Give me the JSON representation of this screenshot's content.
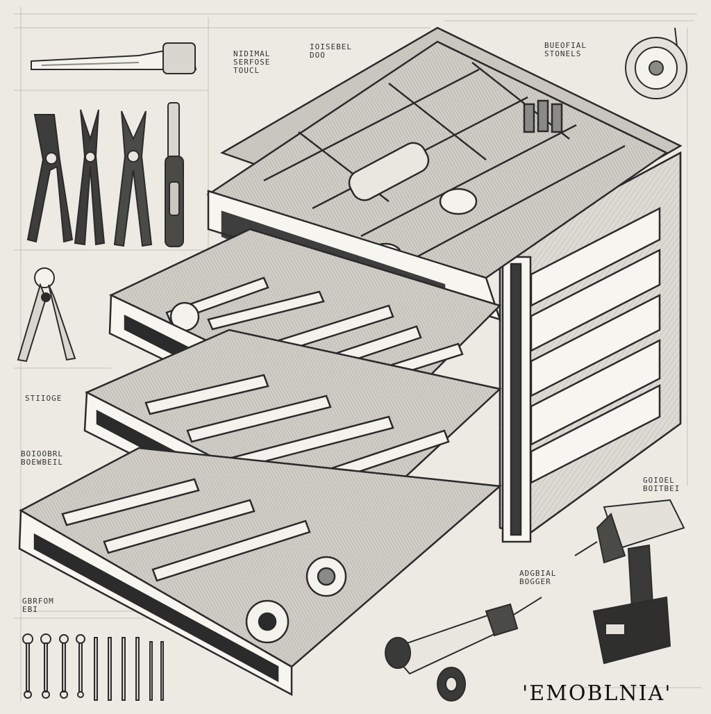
{
  "illustration": {
    "subject": "Technical sketch of a multi-drawer tool chest with open drawers full of hand tools",
    "accent_colors": {
      "paper": "#eceae3",
      "ink": "#2b2b2b",
      "shade": "#8a8a86",
      "light": "#f6f5f0"
    },
    "labels": {
      "top_center": "NIDIMAL\nSERFOSE\nTOUCL",
      "top_mid": "IOISEBEL\nDOO",
      "top_right": "BUEOFIAL\nSTONELS",
      "left_middle": "STIIOGE",
      "left_lower": "BOIOOBRL\nBOEWBEIL",
      "bottom_left": "GBRFOM\nEBI",
      "right_lower": "GOIOEL\nBOITBEI",
      "drill_label": "ADGBIAL\nBOGGER",
      "signature": "'EMOBLNIA'"
    },
    "icons": [
      "tool-chest-icon",
      "adjustable-wrench-icon",
      "pliers-icon",
      "needle-nose-pliers-icon",
      "screwdriver-icon",
      "wire-cutters-icon",
      "tape-measure-icon",
      "cordless-drill-icon",
      "rotary-tool-icon",
      "spanner-set-icon"
    ]
  }
}
